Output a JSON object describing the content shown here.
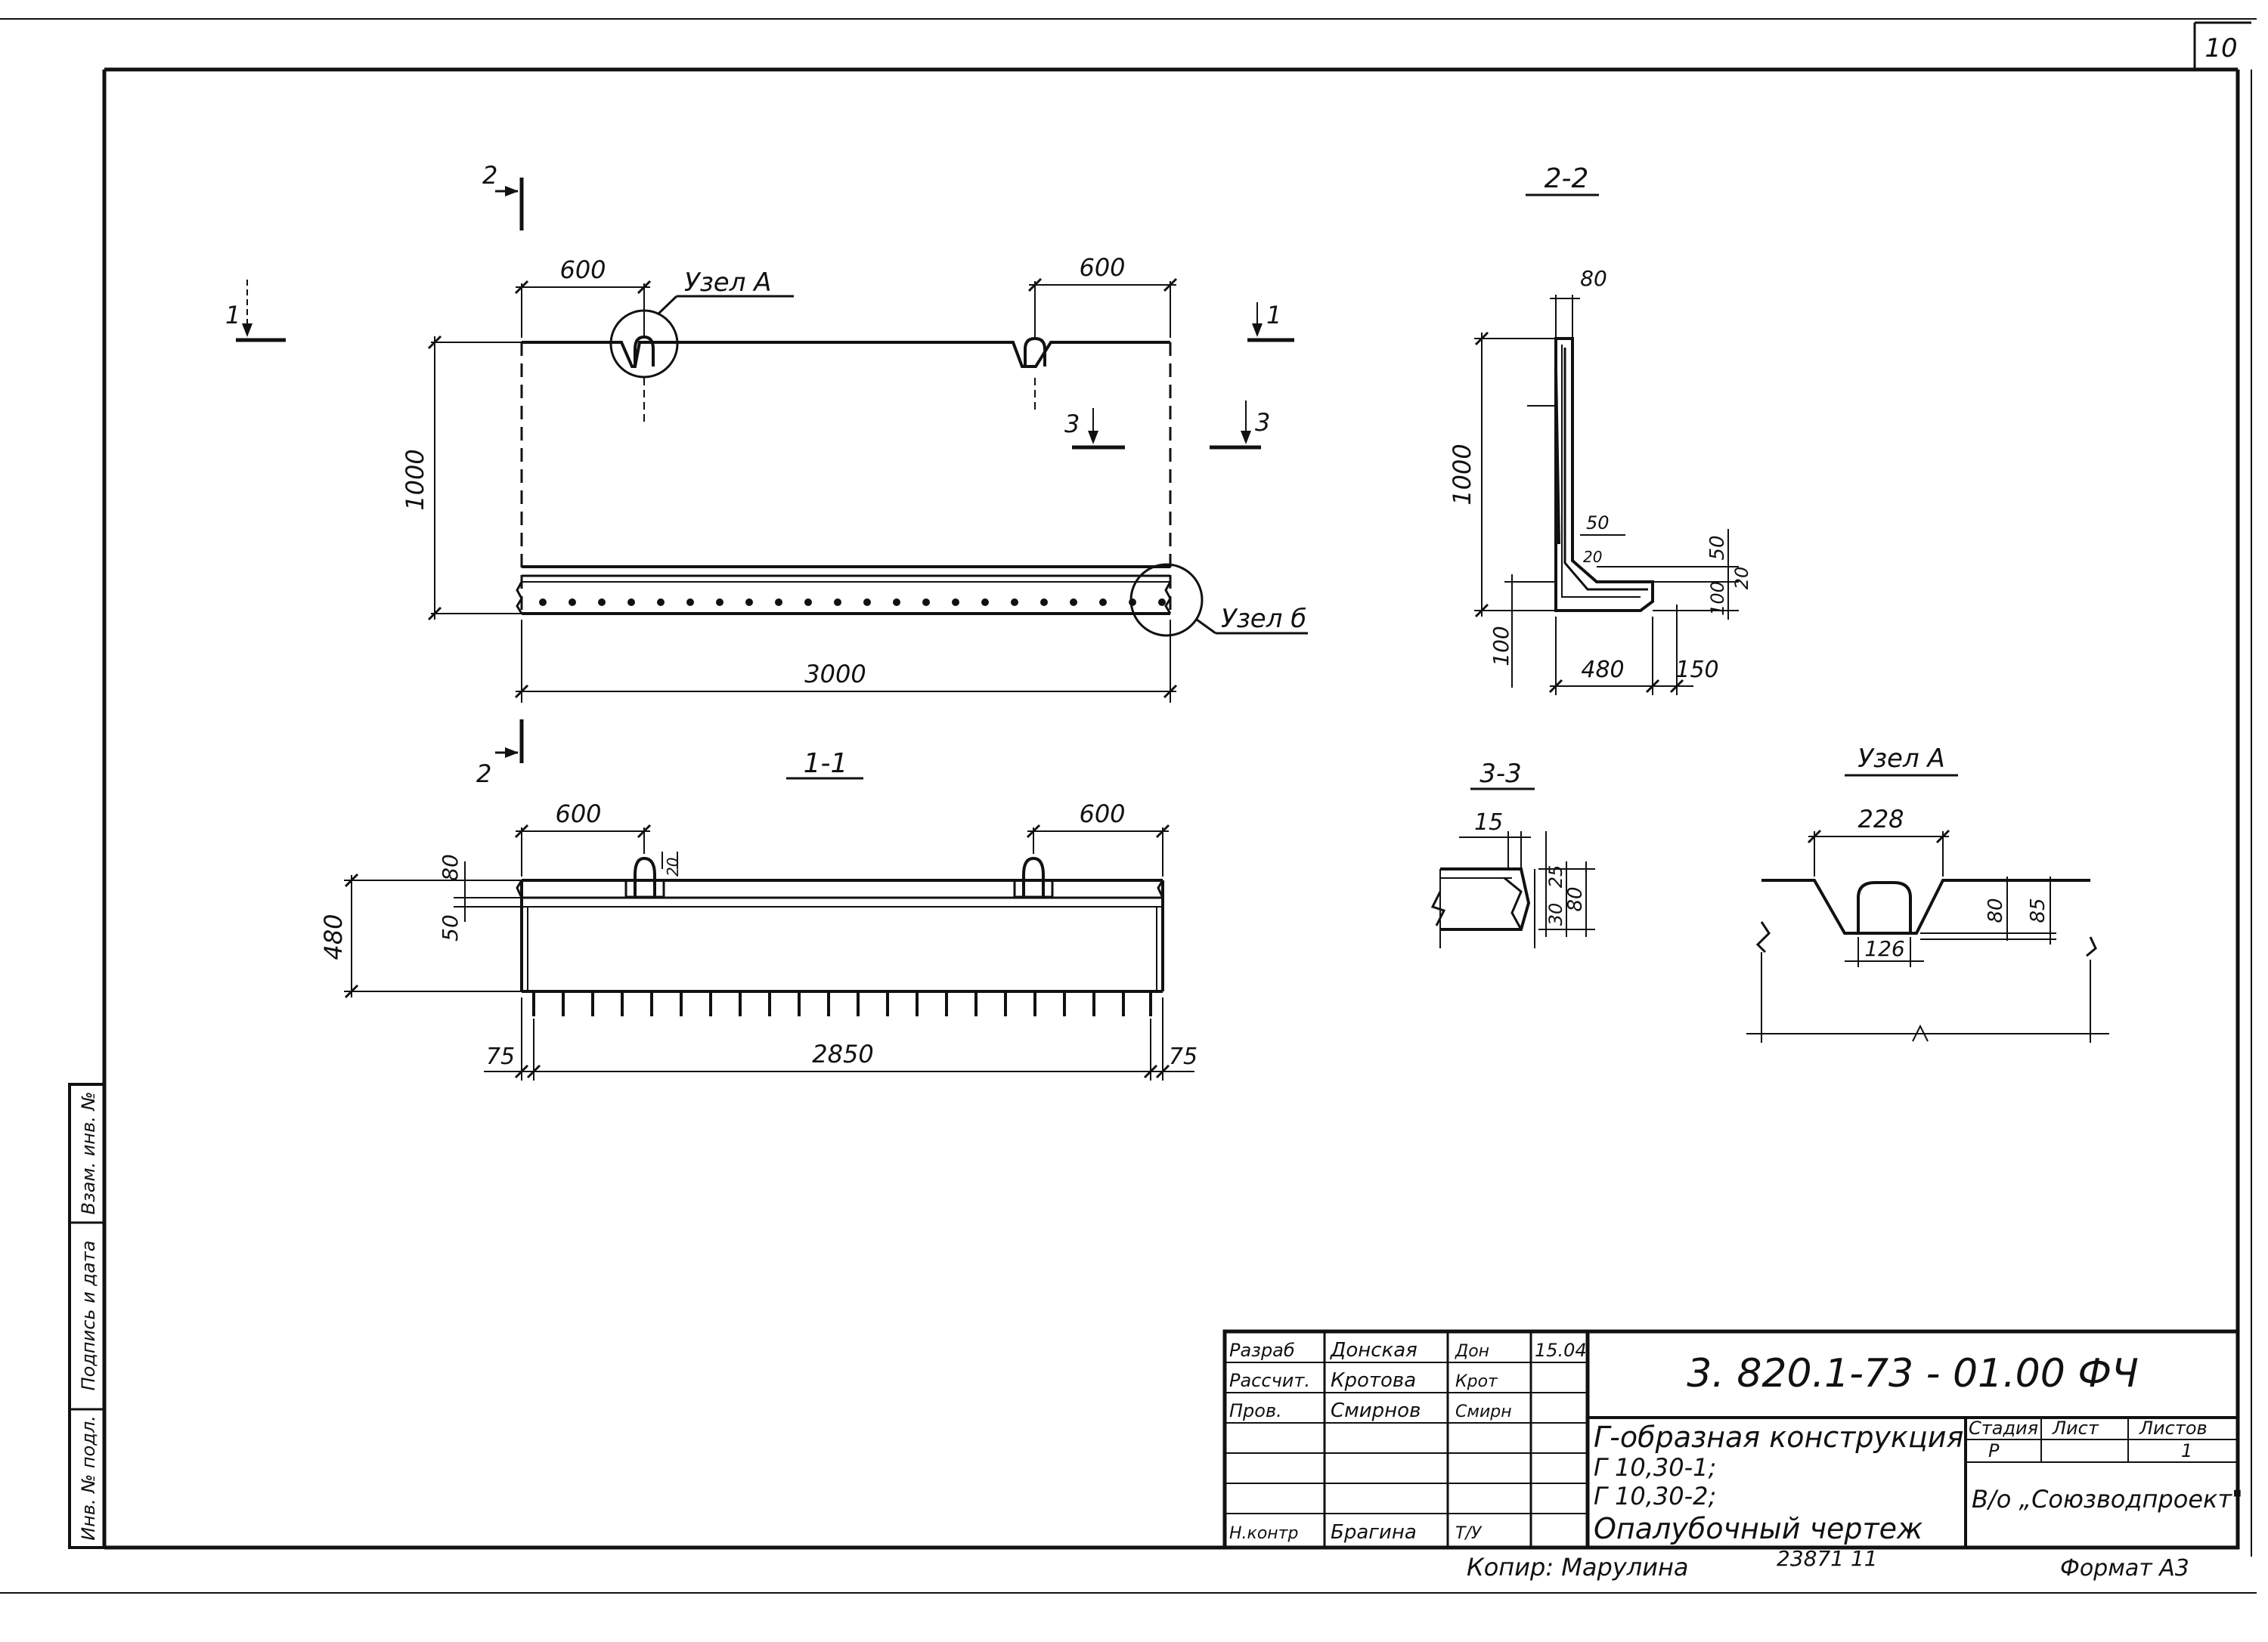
{
  "sheet": {
    "page_number": "10",
    "format": "Формат А3",
    "copier": "Копир: Марулина",
    "inventory_code": "23871   11"
  },
  "left_strip": {
    "cell1": "Взам. инв. №",
    "cell2": "Подпись и дата",
    "cell3": "Инв. № подл."
  },
  "main_view": {
    "dims": {
      "left_600": "600",
      "right_600": "600",
      "height_1000": "1000",
      "length_3000": "3000"
    },
    "labels": {
      "node_a": "Узел А",
      "node_b": "Узел б"
    },
    "section_marks": {
      "s2_top": "2",
      "s2_bottom": "2",
      "s1_left": "1",
      "s1_right": "1",
      "s3_left": "3",
      "s3_right": "3"
    }
  },
  "section_11": {
    "title": "1-1",
    "dims": {
      "left_600": "600",
      "right_600": "600",
      "d80": "80",
      "d50": "50",
      "d480": "480",
      "d20": "20",
      "left_75": "75",
      "span_2850": "2850",
      "right_75": "75"
    }
  },
  "section_22": {
    "title": "2-2",
    "dims": {
      "d80": "80",
      "d1000": "1000",
      "d50a": "50",
      "d50b": "50",
      "d20a": "20",
      "d20b": "20",
      "d100a": "100",
      "d100b": "100",
      "d480": "480",
      "d150": "150"
    }
  },
  "section_33": {
    "title": "3-3",
    "dims": {
      "d15": "15",
      "d25": "25",
      "d30": "30",
      "d80": "80"
    }
  },
  "node_a_detail": {
    "title": "Узел А",
    "dims": {
      "d228": "228",
      "d80": "80",
      "d85": "85",
      "d126": "126"
    }
  },
  "title_block": {
    "roles": [
      "Разраб",
      "Рассчит.",
      "Пров.",
      "",
      "",
      "",
      "Н.контр"
    ],
    "names": [
      "Донская",
      "Кротова",
      "Смирнов",
      "",
      "",
      "",
      "Брагина"
    ],
    "signatures": [
      "Дон",
      "Крот",
      "Смирн",
      "",
      "",
      "",
      "Т/У"
    ],
    "dates": [
      "15.04",
      "",
      "",
      "",
      "",
      "",
      ""
    ],
    "doc_code": "3. 820.1-73 - 01.00 ФЧ",
    "description_lines": [
      "Г-образная конструкция",
      "Г 10,30-1;",
      "Г 10,30-2;",
      "Опалубочный чертеж"
    ],
    "stage_header": "Стадия",
    "sheet_header": "Лист",
    "sheets_header": "Листов",
    "stage_value": "Р",
    "sheet_value": "",
    "sheets_value": "1",
    "org": "В/о „Союзводпроект\""
  },
  "colors": {
    "ink": "#111111",
    "paper": "#ffffff"
  }
}
